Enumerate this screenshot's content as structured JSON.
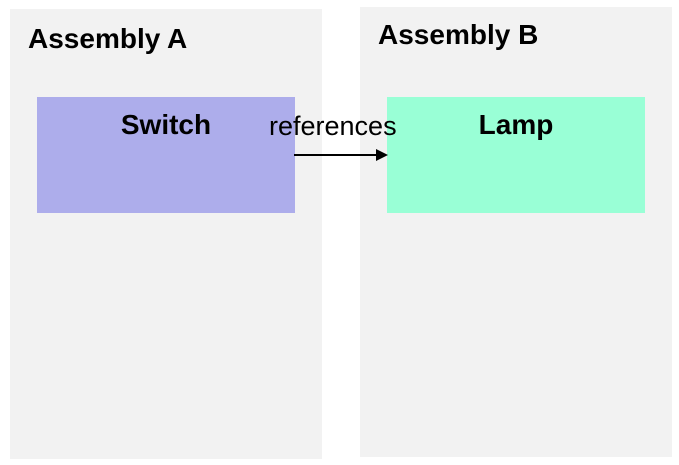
{
  "assemblies": [
    {
      "title": "Assembly A"
    },
    {
      "title": "Assembly B"
    }
  ],
  "components": {
    "switch": {
      "label": "Switch",
      "color": "#adadeb"
    },
    "lamp": {
      "label": "Lamp",
      "color": "#99ffd6"
    }
  },
  "relation": {
    "label": "references",
    "from": "Switch",
    "to": "Lamp"
  },
  "colors": {
    "assembly_background": "#f2f2f2",
    "arrow": "#000000"
  }
}
